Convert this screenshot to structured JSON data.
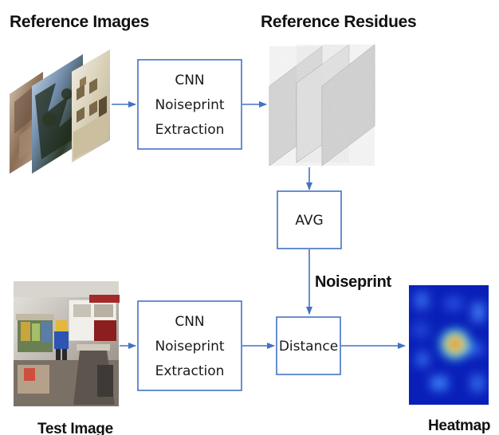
{
  "labels": {
    "reference_images": "Reference Images",
    "reference_residues": "Reference Residues",
    "test_image": "Test Image",
    "heatmap": "Heatmap",
    "noiseprint": "Noiseprint"
  },
  "boxes": {
    "cnn_top": [
      "CNN",
      "Noiseprint",
      "Extraction"
    ],
    "avg": "AVG",
    "cnn_bottom": [
      "CNN",
      "Noiseprint",
      "Extraction"
    ],
    "distance": "Distance"
  },
  "colors": {
    "box_border": "#4472c4",
    "arrow": "#4472c4",
    "text": "#1a1a1a"
  },
  "icons": {
    "reference_images": "photo-stack-icon",
    "reference_residues": "noise-residue-stack-icon",
    "test_image": "photo-icon",
    "heatmap": "heatmap-icon"
  }
}
